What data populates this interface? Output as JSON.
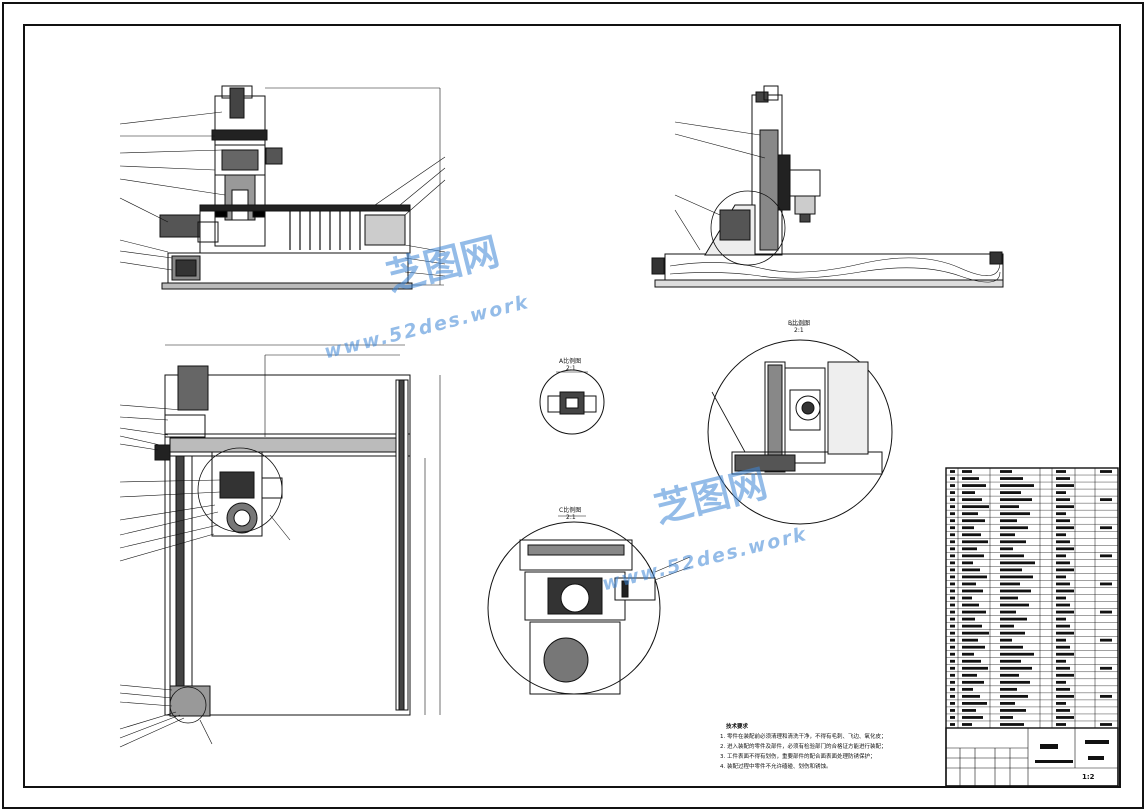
{
  "watermark": {
    "brand": "芝图网",
    "url": "www.52des.work"
  },
  "views": {
    "detail_a_caption": "A比例图",
    "detail_a_scale": "2:1",
    "detail_b_caption": "B比例图",
    "detail_b_scale": "2:1",
    "detail_c_caption": "C比例图",
    "detail_c_scale": "2:1"
  },
  "tech_notes": {
    "title": "技术要求",
    "items": [
      "1. 零件在装配前必须清理和清洗干净，不得有毛刺、飞边、氧化皮；",
      "2. 进入装配的零件及部件，必须有检验部门的合格证方能进行装配；",
      "3. 工件表面不得有划伤，重要部件的配合面表面处理防锈保护；",
      "4. 装配过程中零件不允许磕碰、划伤和锈蚀。"
    ]
  },
  "title_block": {
    "scale_mark": "1:2"
  },
  "colors": {
    "line": "#111111",
    "watermark": "#3d86d6"
  }
}
